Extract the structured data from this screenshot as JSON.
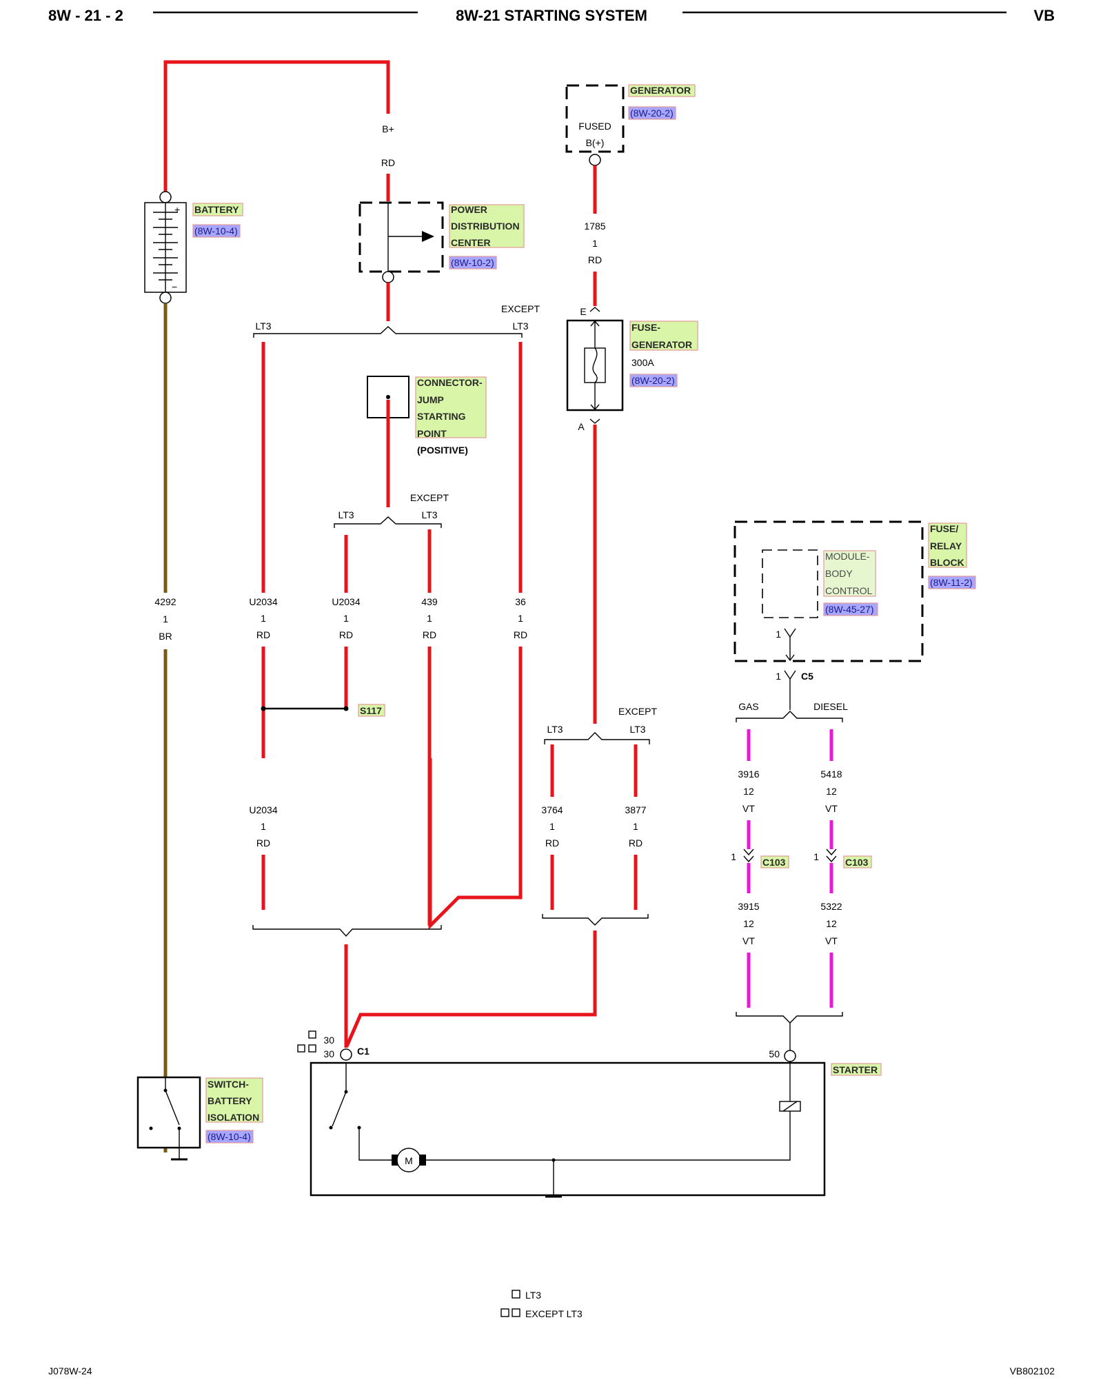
{
  "header": {
    "left": "8W - 21 - 2",
    "title": "8W-21 STARTING SYSTEM",
    "right": "VB"
  },
  "footer": {
    "left": "J078W-24",
    "right": "VB802102"
  },
  "components": {
    "battery": {
      "name": "BATTERY",
      "ref": "(8W-10-4)",
      "plus": "+",
      "minus": "−"
    },
    "pdc": {
      "name1": "POWER",
      "name2": "DISTRIBUTION",
      "name3": "CENTER",
      "ref": "(8W-10-2)",
      "terminal": "B+",
      "color": "RD"
    },
    "generator": {
      "name": "GENERATOR",
      "ref": "(8W-20-2)",
      "term1": "FUSED",
      "term2": "B(+)"
    },
    "fuse_gen": {
      "name1": "FUSE-",
      "name2": "GENERATOR",
      "rating": "300A",
      "ref": "(8W-20-2)",
      "pinE": "E",
      "pinA": "A"
    },
    "jump": {
      "name1": "CONNECTOR-",
      "name2": "JUMP",
      "name3": "STARTING",
      "name4": "POINT",
      "sub": "(POSITIVE)"
    },
    "fuse_relay": {
      "name1": "FUSE/",
      "name2": "RELAY",
      "name3": "BLOCK",
      "ref": "(8W-11-2)"
    },
    "bcm": {
      "name1": "MODULE-",
      "name2": "BODY",
      "name3": "CONTROL",
      "ref": "(8W-45-27)",
      "pin_in": "1",
      "pin_out": "1",
      "connector": "C5"
    },
    "splice": {
      "name": "S117"
    },
    "switch": {
      "name1": "SWITCH-",
      "name2": "BATTERY",
      "name3": "ISOLATION",
      "ref": "(8W-10-4)"
    },
    "starter": {
      "name": "STARTER",
      "pin30a": "30",
      "pin30b": "30",
      "connector": "C1",
      "pin50": "50",
      "motor": "M"
    },
    "c103": {
      "name": "C103",
      "pin": "1"
    }
  },
  "branch_labels": {
    "lt3": "LT3",
    "except": "EXCEPT",
    "gas": "GAS",
    "diesel": "DIESEL"
  },
  "wires": {
    "w1785": {
      "num": "1785",
      "gauge": "1",
      "color": "RD"
    },
    "w4292": {
      "num": "4292",
      "gauge": "1",
      "color": "BR"
    },
    "wU2034a": {
      "num": "U2034",
      "gauge": "1",
      "color": "RD"
    },
    "wU2034b": {
      "num": "U2034",
      "gauge": "1",
      "color": "RD"
    },
    "w439": {
      "num": "439",
      "gauge": "1",
      "color": "RD"
    },
    "w36": {
      "num": "36",
      "gauge": "1",
      "color": "RD"
    },
    "wU2034c": {
      "num": "U2034",
      "gauge": "1",
      "color": "RD"
    },
    "w3764": {
      "num": "3764",
      "gauge": "1",
      "color": "RD"
    },
    "w3877": {
      "num": "3877",
      "gauge": "1",
      "color": "RD"
    },
    "w3916": {
      "num": "3916",
      "gauge": "12",
      "color": "VT"
    },
    "w5418": {
      "num": "5418",
      "gauge": "12",
      "color": "VT"
    },
    "w3915": {
      "num": "3915",
      "gauge": "12",
      "color": "VT"
    },
    "w5322": {
      "num": "5322",
      "gauge": "12",
      "color": "VT"
    }
  },
  "legend": {
    "single": "LT3",
    "double": "EXCEPT LT3"
  }
}
